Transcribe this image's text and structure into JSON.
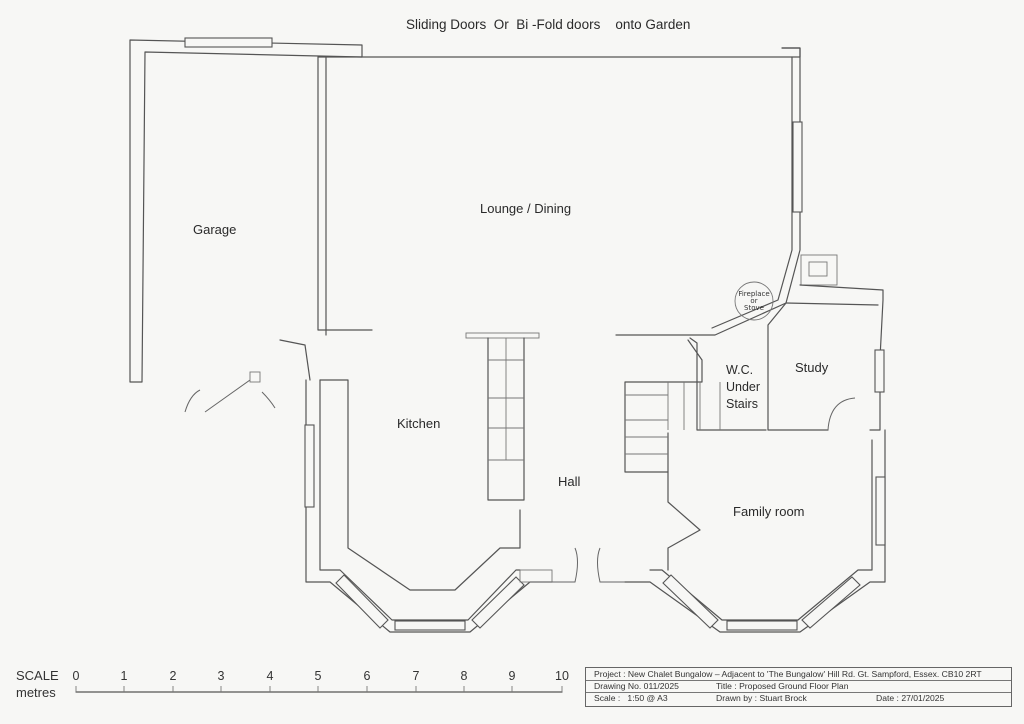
{
  "header": {
    "garden_note": "Sliding Doors  Or  Bi -Fold doors    onto Garden"
  },
  "rooms": {
    "garage": "Garage",
    "lounge": "Lounge / Dining",
    "kitchen": "Kitchen",
    "hall": "Hall",
    "wc_line1": "W.C.",
    "wc_line2": "Under",
    "wc_line3": "Stairs",
    "study": "Study",
    "family": "Family room",
    "fireplace_line1": "Fireplace",
    "fireplace_line2": "or",
    "fireplace_line3": "Stove"
  },
  "scale_bar": {
    "title": "SCALE",
    "unit": "metres",
    "ticks": [
      "0",
      "1",
      "2",
      "3",
      "4",
      "5",
      "6",
      "7",
      "8",
      "9",
      "10"
    ]
  },
  "title_block": {
    "project": "Project : New Chalet Bungalow – Adjacent to 'The Bungalow' Hill Rd. Gt. Sampford, Essex. CB10 2RT",
    "drawing_no": "Drawing No. 011/2025",
    "title": "Title : Proposed Ground Floor Plan",
    "scale": "Scale :   1:50 @ A3",
    "drawn_by": "Drawn by : Stuart Brock",
    "date": "Date : 27/01/2025"
  }
}
